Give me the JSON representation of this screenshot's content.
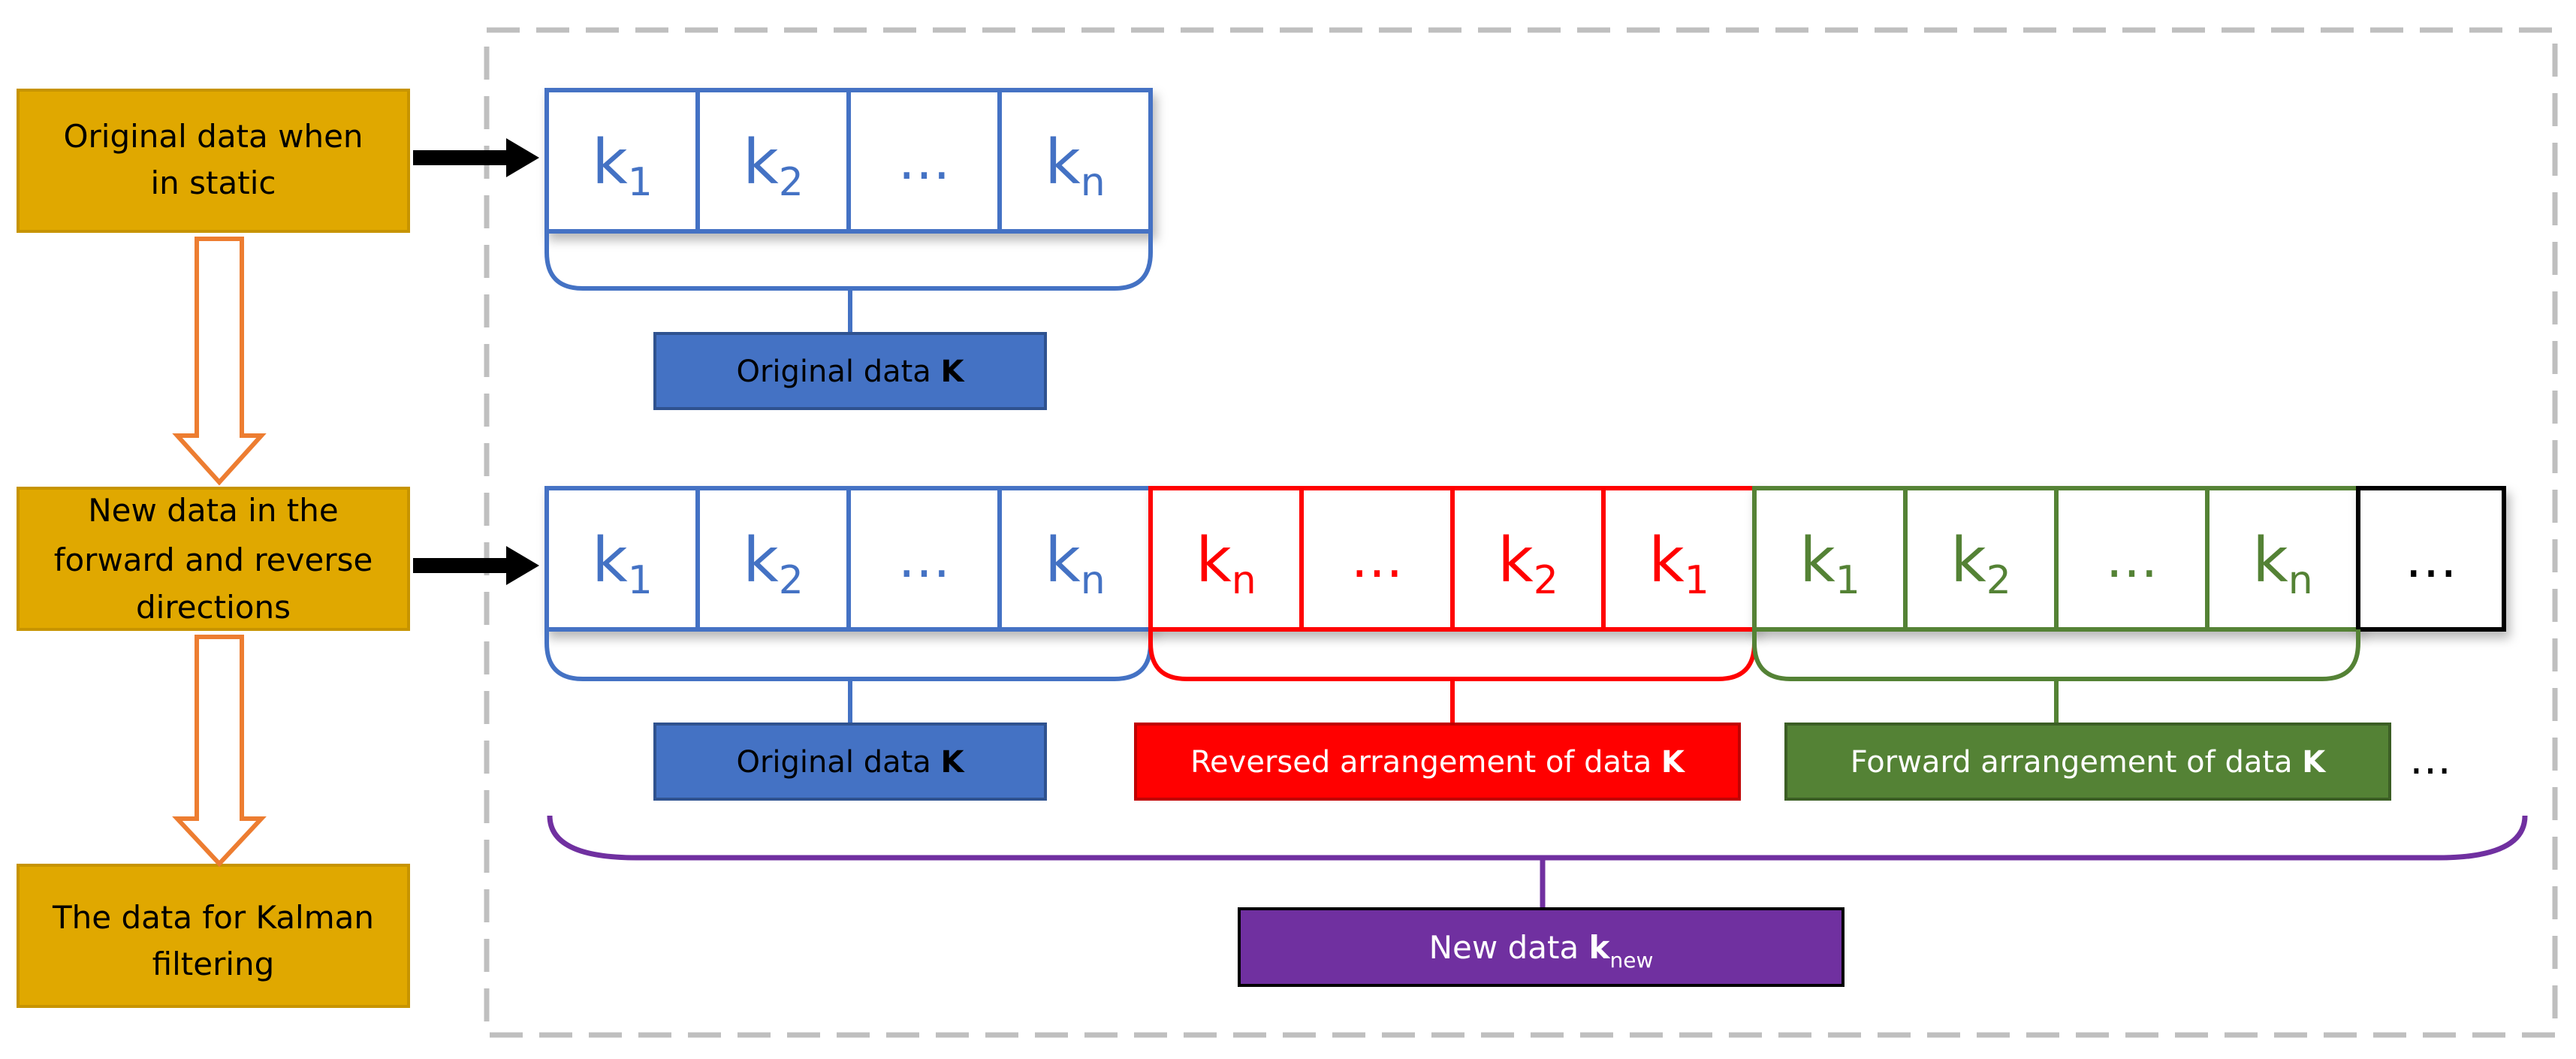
{
  "colors": {
    "gold": "#e0a800",
    "gold_border": "#c79400",
    "blue": "#4472c4",
    "blue_fill": "#4472c4",
    "red": "#ff0000",
    "green": "#548235",
    "purple": "#7030a0",
    "orange_arrow": "#ed7d31",
    "black": "#000000",
    "dashed_frame": "#bfbfbf"
  },
  "left_column": {
    "box1": {
      "line1": "Original data when",
      "line2": "in static"
    },
    "box2": {
      "line1": "New data in the",
      "line2": "forward and reverse",
      "line3": "directions"
    },
    "box3": {
      "line1": "The data for Kalman",
      "line2": "filtering"
    }
  },
  "row1": {
    "cells": [
      {
        "base": "k",
        "sub": "1"
      },
      {
        "base": "k",
        "sub": "2"
      },
      {
        "base": "…",
        "sub": ""
      },
      {
        "base": "k",
        "sub": "n"
      }
    ],
    "label": {
      "text": "Original data ",
      "bold": "K"
    }
  },
  "row2": {
    "blue_cells": [
      {
        "base": "k",
        "sub": "1"
      },
      {
        "base": "k",
        "sub": "2"
      },
      {
        "base": "…",
        "sub": ""
      },
      {
        "base": "k",
        "sub": "n"
      }
    ],
    "red_cells": [
      {
        "base": "k",
        "sub": "n"
      },
      {
        "base": "…",
        "sub": ""
      },
      {
        "base": "k",
        "sub": "2"
      },
      {
        "base": "k",
        "sub": "1"
      }
    ],
    "green_cells": [
      {
        "base": "k",
        "sub": "1"
      },
      {
        "base": "k",
        "sub": "2"
      },
      {
        "base": "…",
        "sub": ""
      },
      {
        "base": "k",
        "sub": "n"
      }
    ],
    "black_cell": {
      "base": "…",
      "sub": ""
    },
    "label_blue": {
      "text": "Original data ",
      "bold": "K"
    },
    "label_red": {
      "text": "Reversed arrangement of data ",
      "bold": "K"
    },
    "label_green": {
      "text": "Forward arrangement of data ",
      "bold": "K"
    },
    "trailing_ellipsis": "…"
  },
  "final_label": {
    "text": "New data ",
    "bold": "k",
    "sub": "new"
  }
}
